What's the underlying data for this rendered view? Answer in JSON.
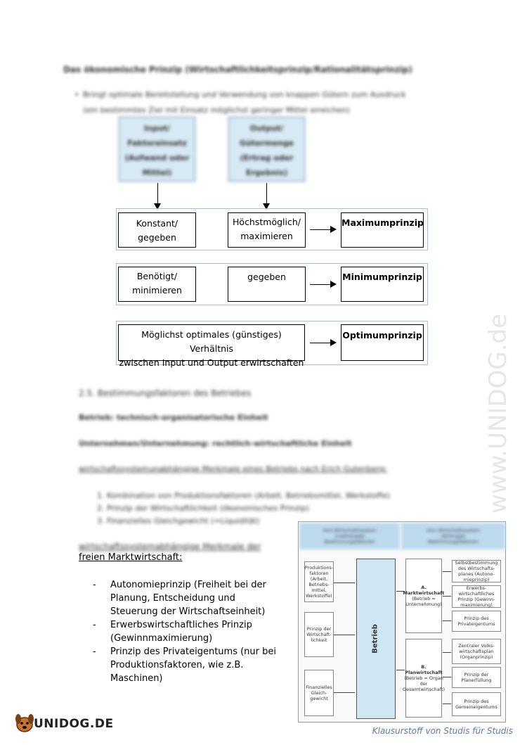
{
  "heading": "Das ökonomische Prinzip (Wirtschaftlichkeitsprinzip/Rationalitätsprinzip)",
  "bullet_line1": "Bringt optimale Bereitstellung und Verwendung von knappen Gütern zum Ausdruck",
  "bullet_line2": "(ein bestimmtes Ziel mit Einsatz möglichst geringer Mittel erreichen)",
  "input_box": [
    "Input/",
    "Faktoreinsatz",
    "(Aufwand oder",
    "Mittel)"
  ],
  "output_box": [
    "Output/",
    "Gütermenge",
    "(Ertrag oder",
    "Ergebnis)"
  ],
  "row1": {
    "left": [
      "Konstant/",
      "gegeben"
    ],
    "middle": [
      "Höchstmöglich/",
      "maximieren"
    ],
    "result": "Maximumprinzip"
  },
  "row2": {
    "left": [
      "Benötigt/",
      "minimieren"
    ],
    "middle": "gegeben",
    "result": "Minimumprinzip"
  },
  "row3": {
    "left": [
      "Möglichst optimales (günstiges) Verhältnis",
      "zwischen Input und Output erwirtschaften"
    ],
    "result": "Optimumprinzip"
  },
  "sec_title": "2.5. Bestimmungsfaktoren des Betriebes",
  "betrieb": "Betrieb: technisch-organisatorische Einheit",
  "unternehmen": "Unternehmen/Unternehmung: rechtlich-wirtschaftliche Einheit",
  "systemunabh": "wirtschaftssystemunabhängige Merkmale eines Betriebs nach Erich Gutenberg:",
  "list": [
    "1.  Kombination von Produktionsfaktoren (Arbeit, Betriebsmittel, Werkstoffe)",
    "2.  Prinzip der Wirtschaftlichkeit (ökonomisches Prinzip)",
    "3.  Finanzielles Gleichgewicht (=Liquidität)"
  ],
  "systemabh": "wirtschaftssystemabhängige Merkmale der",
  "freien": "freien Marktwirtschaft:",
  "clear_list": [
    "Autonomieprinzip (Freiheit bei der Planung, Entscheidung und Steuerung der Wirtschaftseinheit)",
    "Erwerbswirtschaftliches Prinzip (Gewinnmaximierung)",
    "Prinzip des Privateigentums (nur bei Produktionsfaktoren, wie z.B. Maschinen)"
  ],
  "diagram": {
    "header_left": [
      "Vom Wirtschaftssystem",
      "unabhängige",
      "Bestimmungsfaktoren"
    ],
    "header_right": [
      "Vom Wirtschaftssystem",
      "abhängige",
      "Bestimmungsfaktoren"
    ],
    "left_boxes": [
      "Produktions-faktoren (Arbeit, Betriebs-mittel, Werkstoffe)",
      "Prinzip der Wirtschaft-lichkeit",
      "Finanzielles Gleich-gewicht"
    ],
    "center": "Betrieb",
    "mid_top_title": "A. Marktwirtschaft",
    "mid_top_sub": "(Betrieb = Unternehmung)",
    "mid_bottom_title": "B. Planwirtschaft",
    "mid_bottom_sub": "(Betrieb = Organ der Gesamtwirtschaft)",
    "right_boxes": [
      "Selbstbestimmung des Wirtschafts-planes (Autono-mieprinzip)",
      "Erwerbs-wirtschaftliches Prinzip (Gewinn-maximierung)",
      "Prinzip des Privateigentums",
      "Zentraler Volks-wirtschaftsplan (Organprinzip)",
      "Prinzip der Planerfüllung",
      "Prinzip des Gemeineigentums"
    ]
  },
  "watermark": "www.UNIDOG.de",
  "logo": "UNIDOG.DE",
  "footer": "Klausurstoff von Studis für Studis"
}
